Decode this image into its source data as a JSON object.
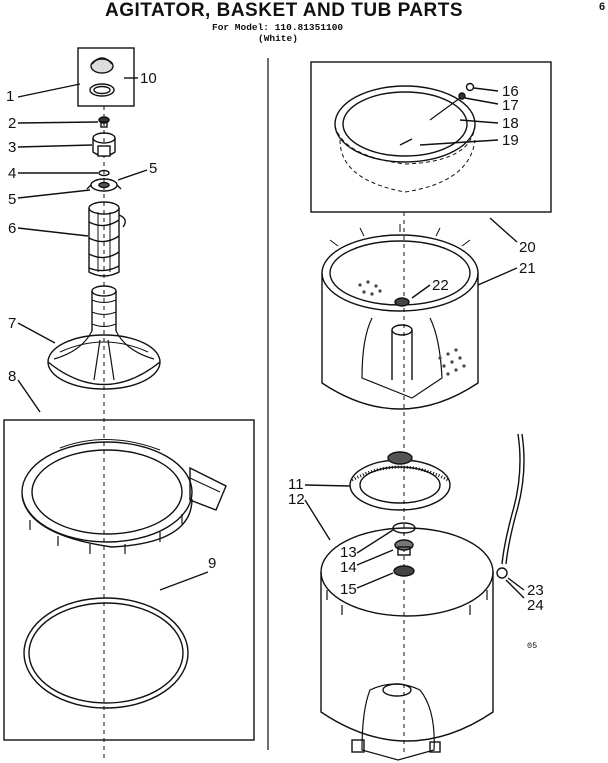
{
  "header": {
    "title": "AGITATOR, BASKET AND TUB PARTS",
    "model_line": "For Model: 110.81351100",
    "color_line": "(White)",
    "corner_mark": "6"
  },
  "callouts": [
    "1",
    "2",
    "3",
    "4",
    "5",
    "5",
    "6",
    "7",
    "8",
    "9",
    "10",
    "11",
    "12",
    "13",
    "14",
    "15",
    "16",
    "17",
    "18",
    "19",
    "20",
    "21",
    "22",
    "23",
    "24"
  ],
  "footer_mark": "05"
}
